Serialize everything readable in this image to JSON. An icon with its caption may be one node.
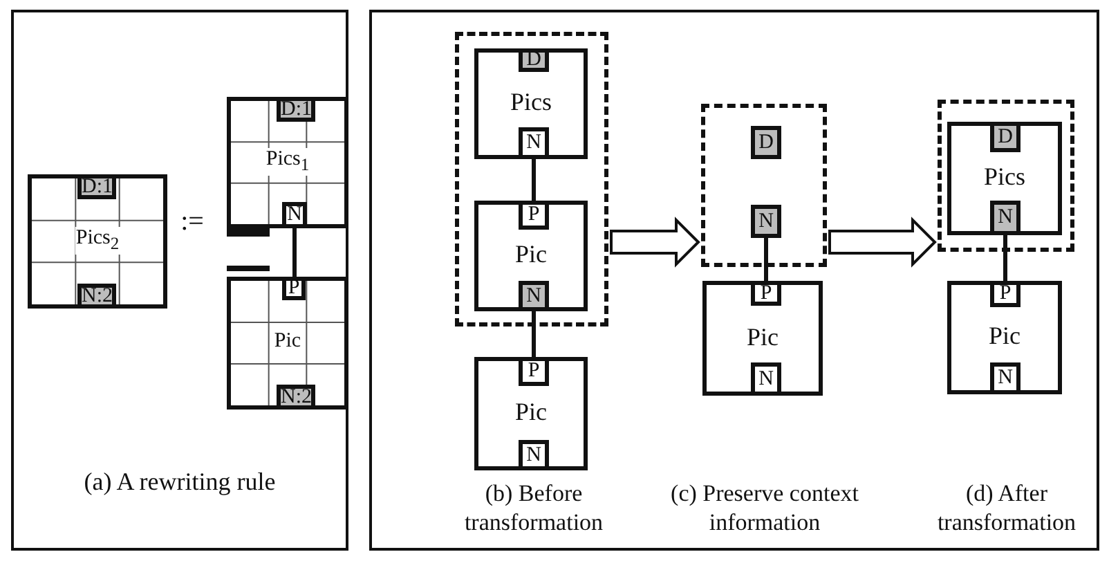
{
  "diagram": {
    "nodes": [
      {
        "text": [],
        "shape": "box"
      },
      {
        "text": [
          "Pics$_{2}$"
        ],
        "in": 0
      },
      {
        "text": [
          "D:1"
        ],
        "in": 1
      },
      {
        "text": [
          "N:2"
        ],
        "in": 1
      },
      {
        "text": [
          "Pics$_{1}$"
        ],
        "in": 0
      },
      {
        "text": [
          "D:1"
        ],
        "in": 4
      },
      {
        "text": [
          "N"
        ],
        "in": 4
      },
      {
        "text": [
          "Pic"
        ],
        "in": 0
      },
      {
        "text": [
          "P"
        ],
        "in": 7
      },
      {
        "text": [
          "N:2"
        ],
        "in": 7
      },
      {
        "text": [],
        "shape": "box"
      },
      {
        "text": [],
        "shape": "box",
        "in": 10
      },
      {
        "text": [
          "Pics"
        ],
        "in": 11
      },
      {
        "text": [
          "D"
        ],
        "in": 12
      },
      {
        "text": [
          "N"
        ],
        "in": 12
      },
      {
        "text": [
          "Pic"
        ],
        "in": 11
      },
      {
        "text": [
          "P"
        ],
        "in": 15
      },
      {
        "text": [
          "N"
        ],
        "in": 15
      },
      {
        "text": [
          "Pic"
        ],
        "in": 10
      },
      {
        "text": [
          "P"
        ],
        "in": 18
      },
      {
        "text": [
          "N"
        ],
        "in": 18
      },
      {
        "text": [],
        "shape": "box",
        "in": 10
      },
      {
        "text": [
          "D"
        ],
        "in": 21
      },
      {
        "text": [
          "N"
        ],
        "in": 21
      },
      {
        "text": [
          "Pic"
        ],
        "in": 10
      },
      {
        "text": [
          "P"
        ],
        "in": 24
      },
      {
        "text": [
          "N"
        ],
        "in": 24
      },
      {
        "text": [],
        "shape": "box",
        "in": 10
      },
      {
        "text": [
          "Pics"
        ],
        "in": 27
      },
      {
        "text": [
          "D"
        ],
        "in": 28
      },
      {
        "text": [
          "N"
        ],
        "in": 28
      },
      {
        "text": [
          "Pic"
        ],
        "in": 10
      },
      {
        "text": [
          "P"
        ],
        "in": 31
      },
      {
        "text": [
          "N"
        ],
        "in": 31
      }
    ],
    "edges": [
      {
        "from": 6,
        "to": 8,
        "arrow": "none"
      },
      {
        "from": 14,
        "to": 16,
        "arrow": "none"
      },
      {
        "from": 17,
        "to": 19,
        "arrow": "none"
      },
      {
        "from": 11,
        "to": 21,
        "arrow": "to"
      },
      {
        "from": 23,
        "to": 25,
        "arrow": "none"
      },
      {
        "from": 21,
        "to": 27,
        "arrow": "to"
      },
      {
        "from": 30,
        "to": 32,
        "arrow": "none"
      }
    ],
    "labels": [
      ":=",
      "(a) A rewriting rule",
      "(b) Before transformation",
      "(c) Preserve context information",
      "(d) After transformation"
    ]
  }
}
